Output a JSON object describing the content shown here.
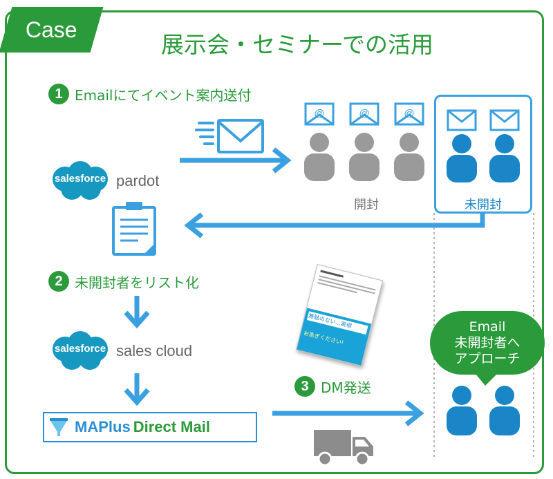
{
  "case_tag": "Case",
  "title": "展示会・セミナーでの活用",
  "steps": [
    {
      "num": "1",
      "text": "Emailにてイベント案内送付"
    },
    {
      "num": "2",
      "text": "未開封者をリスト化"
    },
    {
      "num": "3",
      "text": "DM発送"
    }
  ],
  "salesforce": {
    "logo_text": "salesforce",
    "product1": "pardot",
    "product2": "sales cloud"
  },
  "opened_label": "開封",
  "unopened_label": "未開封",
  "maplus": {
    "brand": "MAPlus",
    "direct": "Direct Mail"
  },
  "bubble": {
    "line1": "Email",
    "line2": "未開封者へ",
    "line3": "アプローチ"
  },
  "dm_card": {
    "headline": "無駄のない…実現",
    "corner": "お急ぎください!"
  },
  "colors": {
    "green": "#2a9a3a",
    "blue": "#2590d6",
    "gray": "#9a9a9a",
    "cloud": "#1798c1"
  },
  "icons": [
    "envelope-icon",
    "person-icon",
    "clipboard-icon",
    "truck-icon",
    "arrow-icon"
  ]
}
